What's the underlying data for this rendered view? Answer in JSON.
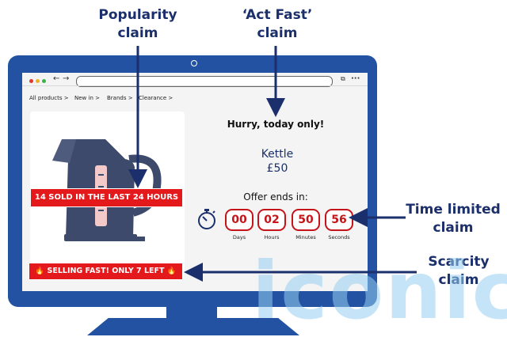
{
  "callouts": {
    "popularity": [
      "Popularity",
      "claim"
    ],
    "act_fast": [
      "‘Act Fast’",
      "claim"
    ],
    "time_limited": [
      "Time limited",
      "claim"
    ],
    "scarcity": [
      "Scarcity",
      "claim"
    ]
  },
  "browser": {
    "nav": [
      "All products >",
      "New in >",
      "Brands >",
      "Clearance >"
    ],
    "icons": [
      "back-icon",
      "forward-icon",
      "tabs-icon",
      "more-icon"
    ]
  },
  "page": {
    "headline": "Hurry, today only!",
    "product_name": "Kettle",
    "price": "£50",
    "popularity_badge": "14 SOLD IN THE LAST 24 HOURS",
    "scarcity_badge": "🔥 SELLING FAST! ONLY 7 LEFT 🔥",
    "offer_label": "Offer ends in:",
    "countdown": [
      {
        "value": "00",
        "unit": "Days"
      },
      {
        "value": "02",
        "unit": "Hours"
      },
      {
        "value": "50",
        "unit": "Minutes"
      },
      {
        "value": "56",
        "unit": "Seconds"
      }
    ]
  },
  "watermark": "iconic",
  "colors": {
    "navy": "#1a2f6b",
    "monitor_blue": "#2352a3",
    "alert_red": "#e3191c",
    "kettle": "#3e4a6b"
  }
}
